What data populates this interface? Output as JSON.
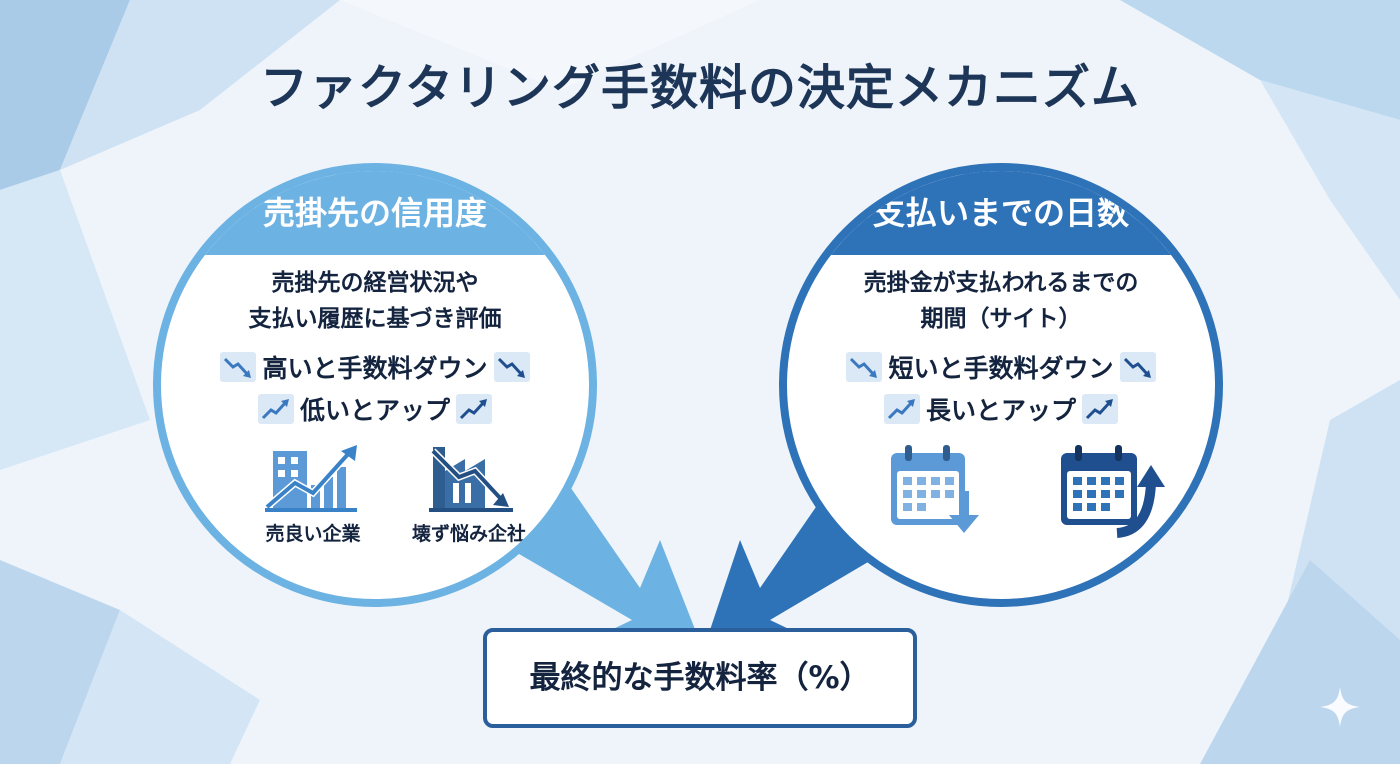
{
  "title": "ファクタリング手数料の決定メカニズム",
  "left_factor": {
    "heading": "売掛先の信用度",
    "description_line1": "売掛先の経営状況や",
    "description_line2": "支払い履歴に基づき評価",
    "rule_down": "高いと手数料ダウン",
    "rule_up": "低いとアップ",
    "icon_good_label": "売良い企業",
    "icon_bad_label": "壊ず悩み企社"
  },
  "right_factor": {
    "heading": "支払いまでの日数",
    "description_line1": "売掛金が支払われるまでの",
    "description_line2": "期間（サイト）",
    "rule_down": "短いと手数料ダウン",
    "rule_up": "長いとアップ"
  },
  "result": {
    "label": "最終的な手数料率（%）"
  },
  "colors": {
    "title": "#1d3557",
    "left_accent": "#6cb2e2",
    "right_accent": "#2e72b8",
    "result_border": "#2a5f9b"
  },
  "icons": {
    "trend_down": "trend-down-icon",
    "trend_up": "trend-up-icon",
    "good_company": "building-growth-icon",
    "bad_company": "factory-decline-icon",
    "calendar_down": "calendar-down-icon",
    "calendar_up": "calendar-up-icon",
    "sparkle": "sparkle-icon"
  }
}
